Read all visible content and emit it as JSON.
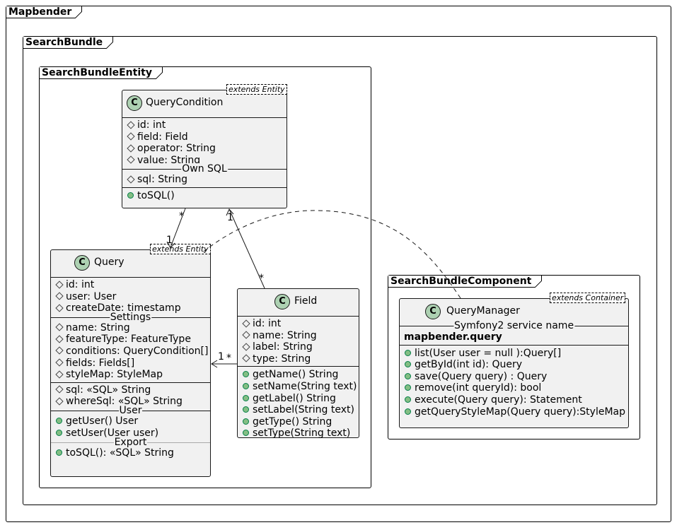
{
  "frames": {
    "mapbender": "Mapbender",
    "search_bundle": "SearchBundle",
    "search_bundle_entity": "SearchBundleEntity",
    "search_bundle_component": "SearchBundleComponent"
  },
  "classes": {
    "query_condition": {
      "name": "QueryCondition",
      "stereotype": "extends Entity",
      "fields": [
        "id: int",
        "field: Field",
        "operator: String",
        "value: String"
      ],
      "section_own_sql": "Own SQL",
      "own_sql_fields": [
        "sql: String"
      ],
      "methods": [
        "toSQL()"
      ]
    },
    "query": {
      "name": "Query",
      "stereotype": "extends Entity",
      "fields": [
        "id: int",
        "user: User",
        "createDate: timestamp"
      ],
      "section_settings": "Settings",
      "settings_fields": [
        "name: String",
        "featureType: FeatureType",
        "conditions: QueryCondition[]",
        "fields: Fields[]",
        "styleMap: StyleMap"
      ],
      "sql_fields": [
        "sql: «SQL» String",
        "whereSql: «SQL» String"
      ],
      "section_user": "User",
      "user_methods": [
        "getUser() User",
        "setUser(User user)"
      ],
      "section_export": "Export",
      "export_methods": [
        "toSQL(): «SQL» String"
      ]
    },
    "field": {
      "name": "Field",
      "fields": [
        "id: int",
        "name: String",
        "label: String",
        "type: String"
      ],
      "methods": [
        "getName() String",
        "setName(String text)",
        "getLabel() String",
        "setLabel(String text)",
        "getType() String",
        "setType(String text)"
      ]
    },
    "query_manager": {
      "name": "QueryManager",
      "stereotype": "extends Container",
      "section_service": "Symfony2 service name",
      "service_name": "mapbender.query",
      "methods": [
        "list(User user = null ):Query[]",
        "getById(int id): Query",
        "save(Query query) : Query",
        "remove(int queryId): bool",
        "execute(Query query): Statement",
        "getQueryStyleMap(Query query):StyleMap"
      ]
    }
  },
  "multiplicities": {
    "qc_query_qc_end": "*",
    "qc_query_query_end": "1",
    "qc_field_qc_end": "1",
    "qc_field_field_end": "*",
    "field_query_query_end": "1",
    "field_query_field_end": "*"
  }
}
